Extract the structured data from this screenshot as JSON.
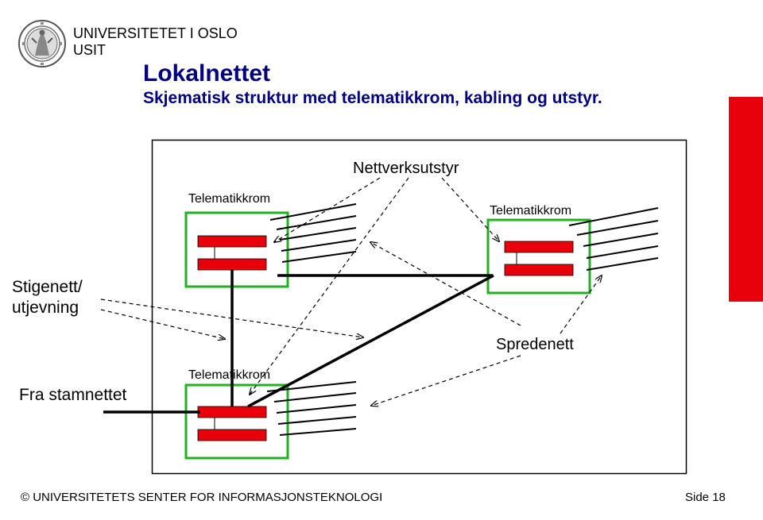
{
  "header": {
    "university": "UNIVERSITETET I OSLO",
    "unit": "USIT"
  },
  "slide": {
    "title": "Lokalnettet",
    "subtitle": "Skjematisk struktur med telematikkrom, kabling og utstyr."
  },
  "diagram": {
    "nettverksutstyr": "Nettverksutstyr",
    "room_top_left": "Telematikkrom",
    "room_right": "Telematikkrom",
    "room_bottom": "Telematikkrom",
    "stigenett_line1": "Stigenett/",
    "stigenett_line2": "utjevning",
    "spredenett": "Spredenett",
    "fra_stamnettet": "Fra stamnettet"
  },
  "colors": {
    "accent_red": "#e8000b",
    "room_border_green": "#22b022",
    "title_blue": "#000080"
  },
  "footer": {
    "copyright": "© UNIVERSITETETS SENTER FOR INFORMASJONSTEKNOLOGI",
    "page": "Side 18"
  }
}
